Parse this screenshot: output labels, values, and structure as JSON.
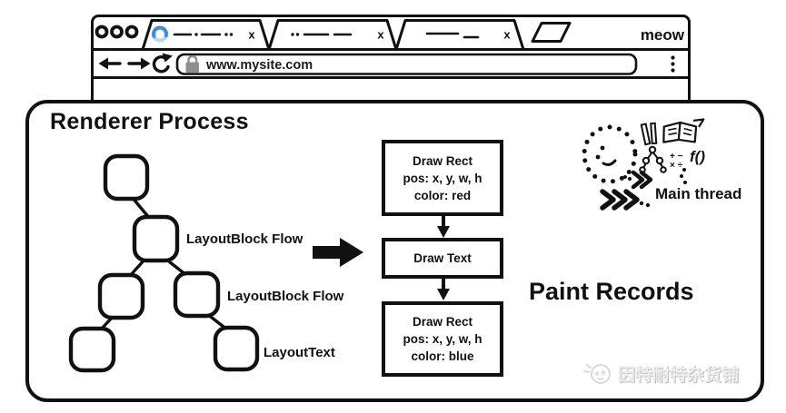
{
  "browser": {
    "brand": "meow",
    "url": "www.mysite.com",
    "tabs": [
      {
        "state": "loading",
        "close_glyph": "x"
      },
      {
        "state": "idle",
        "close_glyph": "x"
      },
      {
        "state": "idle",
        "close_glyph": "x"
      }
    ]
  },
  "renderer": {
    "title": "Renderer Process",
    "layout_tree": {
      "node_labels": [
        "LayoutBlock Flow",
        "LayoutBlock Flow",
        "LayoutText"
      ]
    },
    "paint_records": {
      "heading": "Paint Records",
      "records": [
        {
          "lines": [
            "Draw Rect",
            "pos: x, y, w, h",
            "color: red"
          ]
        },
        {
          "lines": [
            "Draw Text"
          ]
        },
        {
          "lines": [
            "Draw Rect",
            "pos: x, y, w, h",
            "color: blue"
          ]
        }
      ]
    },
    "main_thread": {
      "label": "Main thread",
      "fn_glyph": "f()",
      "math_row1": "+ −",
      "math_row2": "× ÷"
    }
  },
  "watermark": {
    "text": "因特耐特杂货铺"
  },
  "colors": {
    "ink": "#111111",
    "spinner_blue": "#3c8ed8",
    "spinner_blue_light": "#b9d8f3",
    "lock_gray": "#8f8f8f",
    "watermark_gray": "#ededed"
  }
}
